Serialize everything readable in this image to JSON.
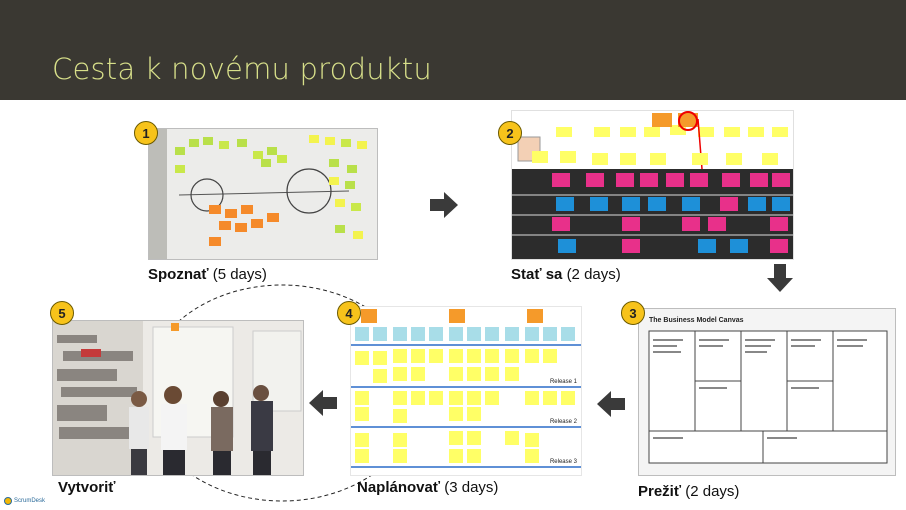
{
  "slide": {
    "title": "Cesta k novému produktu"
  },
  "steps": [
    {
      "number": "1",
      "name": "Spoznať",
      "duration": "(5 days)"
    },
    {
      "number": "2",
      "name": "Stať sa",
      "duration": "(2 days)"
    },
    {
      "number": "3",
      "name": "Prežiť",
      "duration": "(2 days)"
    },
    {
      "number": "4",
      "name": "Naplánovať",
      "duration": "(3 days)"
    },
    {
      "number": "5",
      "name": "Vytvoriť",
      "duration": ""
    }
  ],
  "canvas": {
    "title": "The Business Model Canvas"
  },
  "releases": [
    "Release 1",
    "Release 2",
    "Release 3"
  ],
  "logo": {
    "text": "ScrumDesk"
  },
  "colors": {
    "header_bg": "#3a3832",
    "title_text": "#d8e08a",
    "badge": "#f7c31b",
    "arrow": "#3a3a3a"
  }
}
